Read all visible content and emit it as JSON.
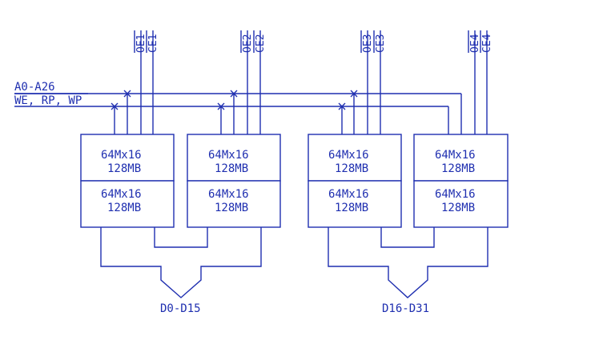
{
  "colors": {
    "line": "#1f2fb0",
    "background": "#ffffff"
  },
  "bus_labels": {
    "address": "A0-A26",
    "control": "WE, RP, WP"
  },
  "output_labels": {
    "low": "D0-D15",
    "high": "D16-D31"
  },
  "chip_line1": "64Mx16",
  "chip_line2": "128MB",
  "groups": [
    {
      "oe": "OE1",
      "ce": "CE1"
    },
    {
      "oe": "OE2",
      "ce": "CE2"
    },
    {
      "oe": "OE3",
      "ce": "CE3"
    },
    {
      "oe": "OE4",
      "ce": "CE4"
    }
  ]
}
